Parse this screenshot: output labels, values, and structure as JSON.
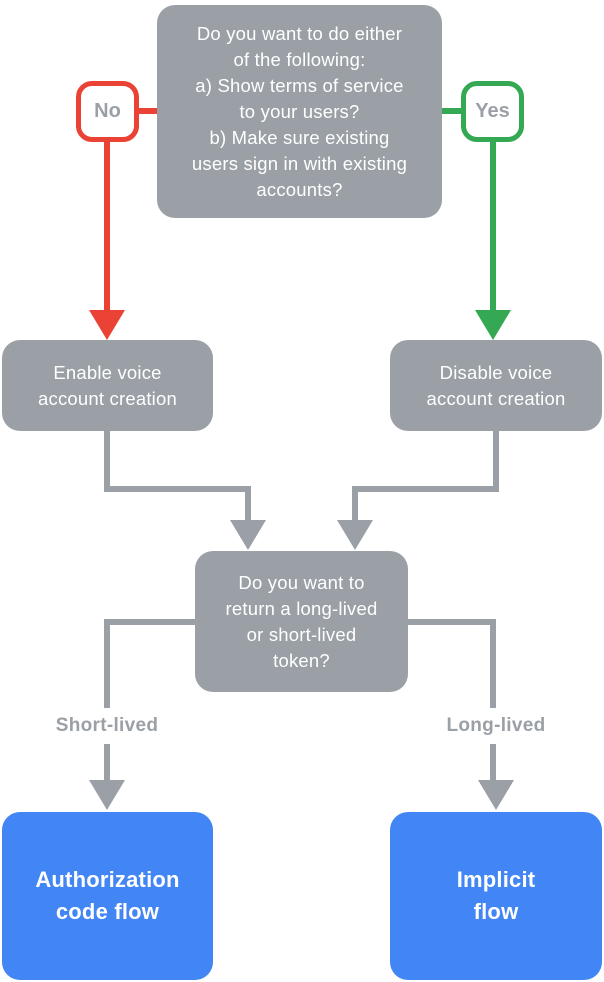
{
  "diagram": {
    "type": "flowchart",
    "nodes": {
      "question_top": {
        "text": "Do you want to do either\nof the following:\na) Show terms of service\nto your users?\nb) Make sure existing\nusers sign in with existing\naccounts?"
      },
      "no_badge": {
        "label": "No"
      },
      "yes_badge": {
        "label": "Yes"
      },
      "enable_node": {
        "text": "Enable voice\naccount creation"
      },
      "disable_node": {
        "text": "Disable voice\naccount creation"
      },
      "question_token": {
        "text": "Do you want to\nreturn a long-lived\nor short-lived\ntoken?"
      },
      "short_label": {
        "text": "Short-lived"
      },
      "long_label": {
        "text": "Long-lived"
      },
      "auth_node": {
        "text": "Authorization\ncode flow"
      },
      "implicit_node": {
        "text": "Implicit\nflow"
      }
    },
    "edges": [
      {
        "from": "question_top",
        "label": "No",
        "to": "enable_node",
        "color": "red"
      },
      {
        "from": "question_top",
        "label": "Yes",
        "to": "disable_node",
        "color": "green"
      },
      {
        "from": "enable_node",
        "to": "question_token",
        "color": "gray"
      },
      {
        "from": "disable_node",
        "to": "question_token",
        "color": "gray"
      },
      {
        "from": "question_token",
        "label": "Short-lived",
        "to": "auth_node",
        "color": "gray"
      },
      {
        "from": "question_token",
        "label": "Long-lived",
        "to": "implicit_node",
        "color": "gray"
      }
    ],
    "colors": {
      "node-gray": "#9AA0A6",
      "red": "#EA4335",
      "green": "#34A853",
      "blue": "#4285F4",
      "node-text": "#FFFFFF",
      "label-text": "#9AA0A6",
      "background": "#FFFFFF"
    }
  }
}
